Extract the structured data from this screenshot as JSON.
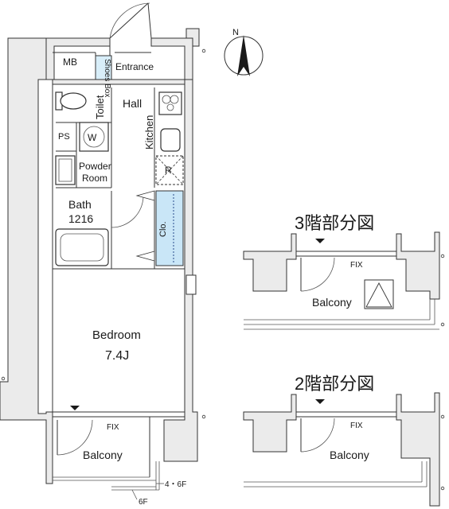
{
  "rooms": {
    "mb": "MB",
    "shoes_box": "Shoes Box",
    "entrance": "Entrance",
    "toilet": "Toilet",
    "hall": "Hall",
    "kitchen": "Kitchen",
    "ps": "PS",
    "washer": "W",
    "refrigerator": "R",
    "powder_room_line1": "Powder",
    "powder_room_line2": "Room",
    "bath_line1": "Bath",
    "bath_line2": "1216",
    "closet": "Clo.",
    "bedroom_line1": "Bedroom",
    "bedroom_line2": "7.4J",
    "balcony": "Balcony",
    "fix": "FIX"
  },
  "floor_notes": {
    "f46": "4・6F",
    "f6": "6F"
  },
  "partial_plans": [
    {
      "title": "3階部分図",
      "balcony": "Balcony",
      "fix": "FIX"
    },
    {
      "title": "2階部分図",
      "balcony": "Balcony",
      "fix": "FIX"
    }
  ],
  "compass": {
    "label": "N"
  },
  "colors": {
    "closet_fill": "#c9e6f7",
    "wall_fill": "#ebebeb",
    "line": "#333333"
  }
}
